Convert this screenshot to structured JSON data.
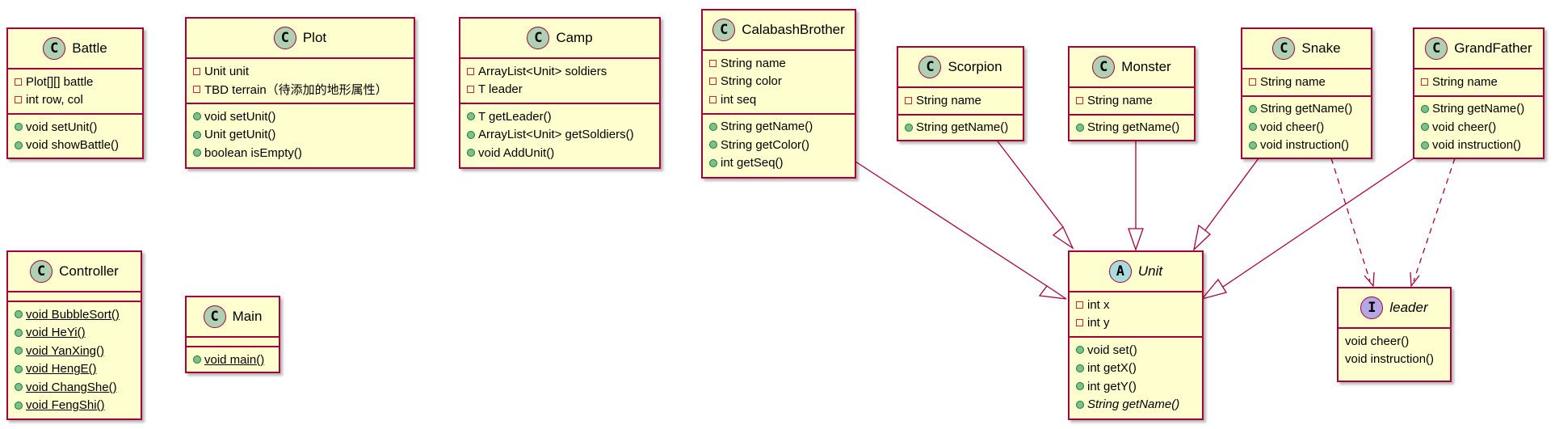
{
  "classes": {
    "battle": {
      "name": "Battle",
      "stereo": "C",
      "fields": [
        "Plot[][] battle",
        "int row, col"
      ],
      "methods": [
        "void setUnit()",
        "void showBattle()"
      ]
    },
    "plot": {
      "name": "Plot",
      "stereo": "C",
      "fields": [
        "Unit unit",
        "TBD terrain（待添加的地形属性）"
      ],
      "methods": [
        "void setUnit()",
        "Unit getUnit()",
        "boolean isEmpty()"
      ]
    },
    "camp": {
      "name": "Camp",
      "stereo": "C",
      "fields": [
        "ArrayList<Unit> soldiers",
        "T leader"
      ],
      "methods": [
        "T getLeader()",
        "ArrayList<Unit> getSoldiers()",
        "void AddUnit()"
      ]
    },
    "calabash": {
      "name": "CalabashBrother",
      "stereo": "C",
      "fields": [
        "String name",
        "String color",
        "int seq"
      ],
      "methods": [
        "String getName()",
        "String getColor()",
        "int getSeq()"
      ]
    },
    "scorpion": {
      "name": "Scorpion",
      "stereo": "C",
      "fields": [
        "String name"
      ],
      "methods": [
        "String getName()"
      ]
    },
    "monster": {
      "name": "Monster",
      "stereo": "C",
      "fields": [
        "String name"
      ],
      "methods": [
        "String getName()"
      ]
    },
    "snake": {
      "name": "Snake",
      "stereo": "C",
      "fields": [
        "String name"
      ],
      "methods": [
        "String getName()",
        "void cheer()",
        "void instruction()"
      ]
    },
    "grandfather": {
      "name": "GrandFather",
      "stereo": "C",
      "fields": [
        "String name"
      ],
      "methods": [
        "String getName()",
        "void cheer()",
        "void instruction()"
      ]
    },
    "controller": {
      "name": "Controller",
      "stereo": "C",
      "methods": [
        "void BubbleSort()",
        "void HeYi()",
        "void YanXing()",
        "void HengE()",
        "void ChangShe()",
        "void FengShi()"
      ]
    },
    "main": {
      "name": "Main",
      "stereo": "C",
      "methods": [
        "void main()"
      ]
    },
    "unit": {
      "name": "Unit",
      "stereo": "A",
      "fields": [
        "int x",
        "int y"
      ],
      "methods": [
        "void set()",
        "int getX()",
        "int getY()",
        "String getName()"
      ]
    },
    "leader": {
      "name": "leader",
      "stereo": "I",
      "methods": [
        "void cheer()",
        "void instruction()"
      ]
    }
  },
  "relations": [
    {
      "from": "CalabashBrother",
      "to": "Unit",
      "type": "extends"
    },
    {
      "from": "Scorpion",
      "to": "Unit",
      "type": "extends"
    },
    {
      "from": "Monster",
      "to": "Unit",
      "type": "extends"
    },
    {
      "from": "Snake",
      "to": "Unit",
      "type": "extends"
    },
    {
      "from": "GrandFather",
      "to": "Unit",
      "type": "extends"
    },
    {
      "from": "Snake",
      "to": "leader",
      "type": "implements"
    },
    {
      "from": "GrandFather",
      "to": "leader",
      "type": "implements"
    }
  ],
  "colors": {
    "border": "#a80036",
    "fill": "#fefece",
    "class_badge": "#add1b2",
    "abstract_badge": "#a9dcdf",
    "interface_badge": "#b4a7e5",
    "private_marker": "#c82930",
    "public_marker": "#84be84"
  }
}
